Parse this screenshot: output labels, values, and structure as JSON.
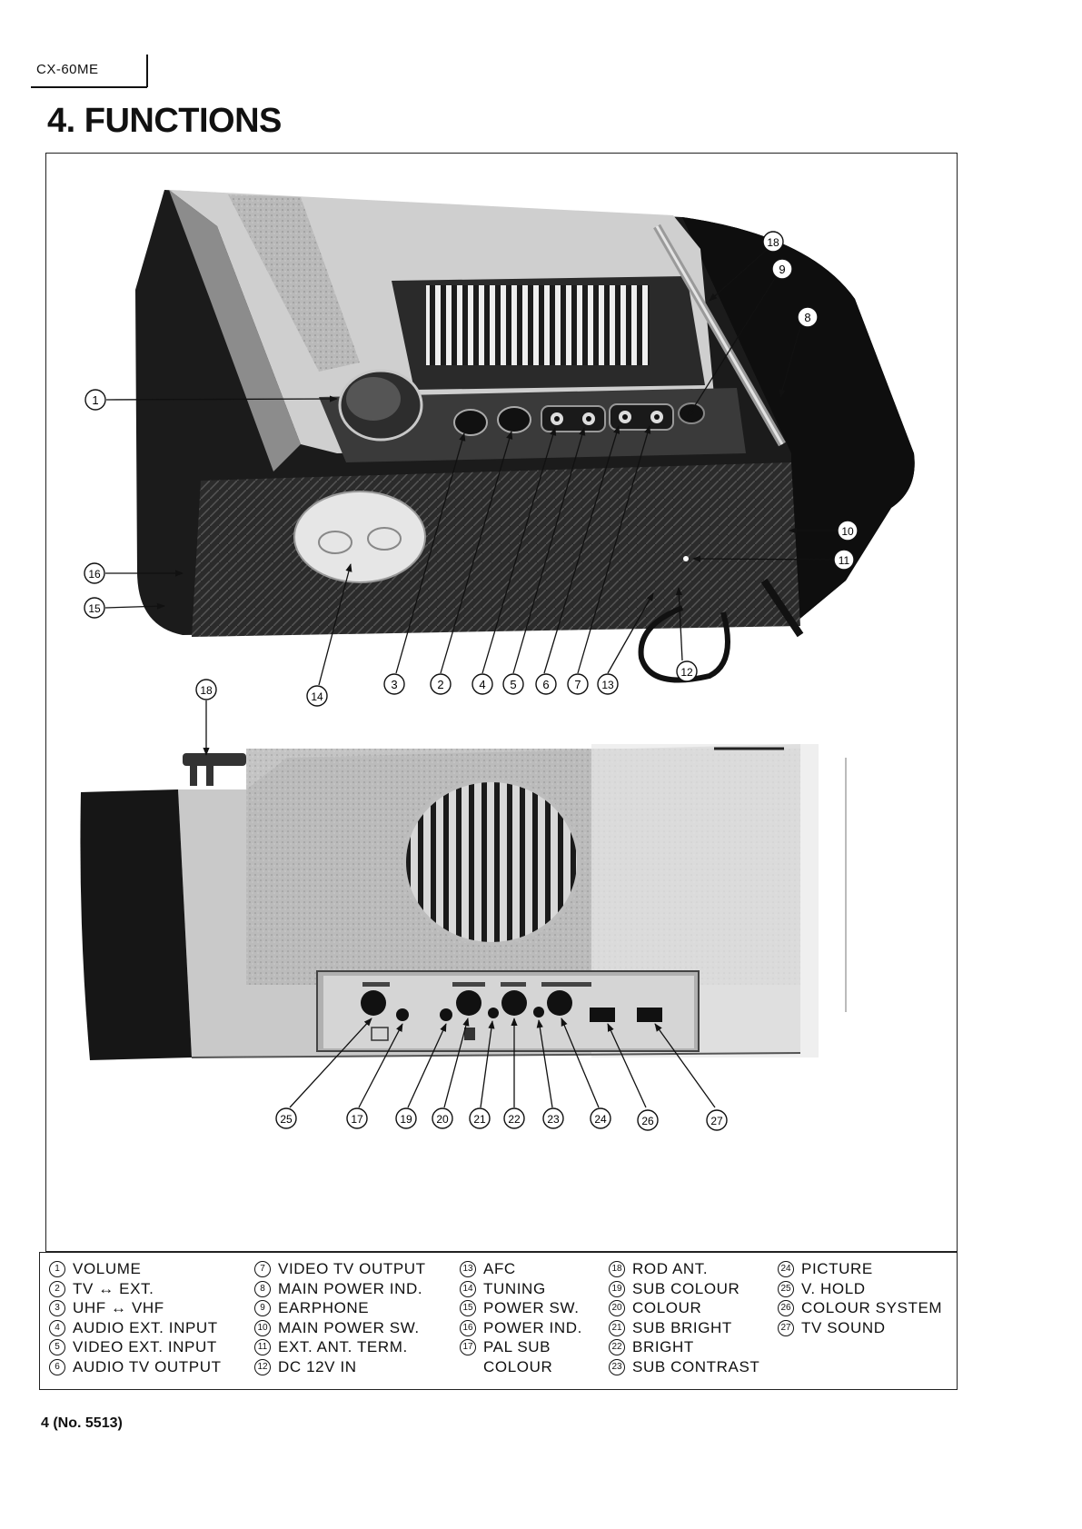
{
  "header": {
    "model": "CX-60ME",
    "title": "4. FUNCTIONS"
  },
  "top_callouts": [
    "1",
    "18",
    "9",
    "8",
    "10",
    "11",
    "16",
    "15",
    "14",
    "3",
    "2",
    "4",
    "5",
    "6",
    "7",
    "13",
    "12"
  ],
  "bottom_callouts": [
    "18",
    "25",
    "17",
    "19",
    "20",
    "21",
    "22",
    "23",
    "24",
    "26",
    "27"
  ],
  "legend": {
    "columns": [
      [
        {
          "num": "1",
          "label": "VOLUME"
        },
        {
          "num": "2",
          "label": "TV ↔ EXT."
        },
        {
          "num": "3",
          "label": "UHF ↔ VHF"
        },
        {
          "num": "4",
          "label": "AUDIO EXT. INPUT"
        },
        {
          "num": "5",
          "label": "VIDEO EXT. INPUT"
        },
        {
          "num": "6",
          "label": "AUDIO TV OUTPUT"
        }
      ],
      [
        {
          "num": "7",
          "label": "VIDEO TV OUTPUT"
        },
        {
          "num": "8",
          "label": "MAIN POWER IND."
        },
        {
          "num": "9",
          "label": "EARPHONE"
        },
        {
          "num": "10",
          "label": "MAIN POWER SW."
        },
        {
          "num": "11",
          "label": "EXT. ANT. TERM."
        },
        {
          "num": "12",
          "label": "DC 12V IN"
        }
      ],
      [
        {
          "num": "13",
          "label": "AFC"
        },
        {
          "num": "14",
          "label": "TUNING"
        },
        {
          "num": "15",
          "label": "POWER SW."
        },
        {
          "num": "16",
          "label": "POWER IND."
        },
        {
          "num": "17",
          "label": "PAL SUB",
          "cont": "COLOUR"
        }
      ],
      [
        {
          "num": "18",
          "label": "ROD ANT."
        },
        {
          "num": "19",
          "label": "SUB COLOUR"
        },
        {
          "num": "20",
          "label": "COLOUR"
        },
        {
          "num": "21",
          "label": "SUB BRIGHT"
        },
        {
          "num": "22",
          "label": "BRIGHT"
        },
        {
          "num": "23",
          "label": "SUB CONTRAST"
        }
      ],
      [
        {
          "num": "24",
          "label": "PICTURE"
        },
        {
          "num": "25",
          "label": "V. HOLD"
        },
        {
          "num": "26",
          "label": "COLOUR SYSTEM"
        },
        {
          "num": "27",
          "label": "TV SOUND"
        }
      ]
    ]
  },
  "footer": {
    "page": "4 (No. 5513)"
  }
}
